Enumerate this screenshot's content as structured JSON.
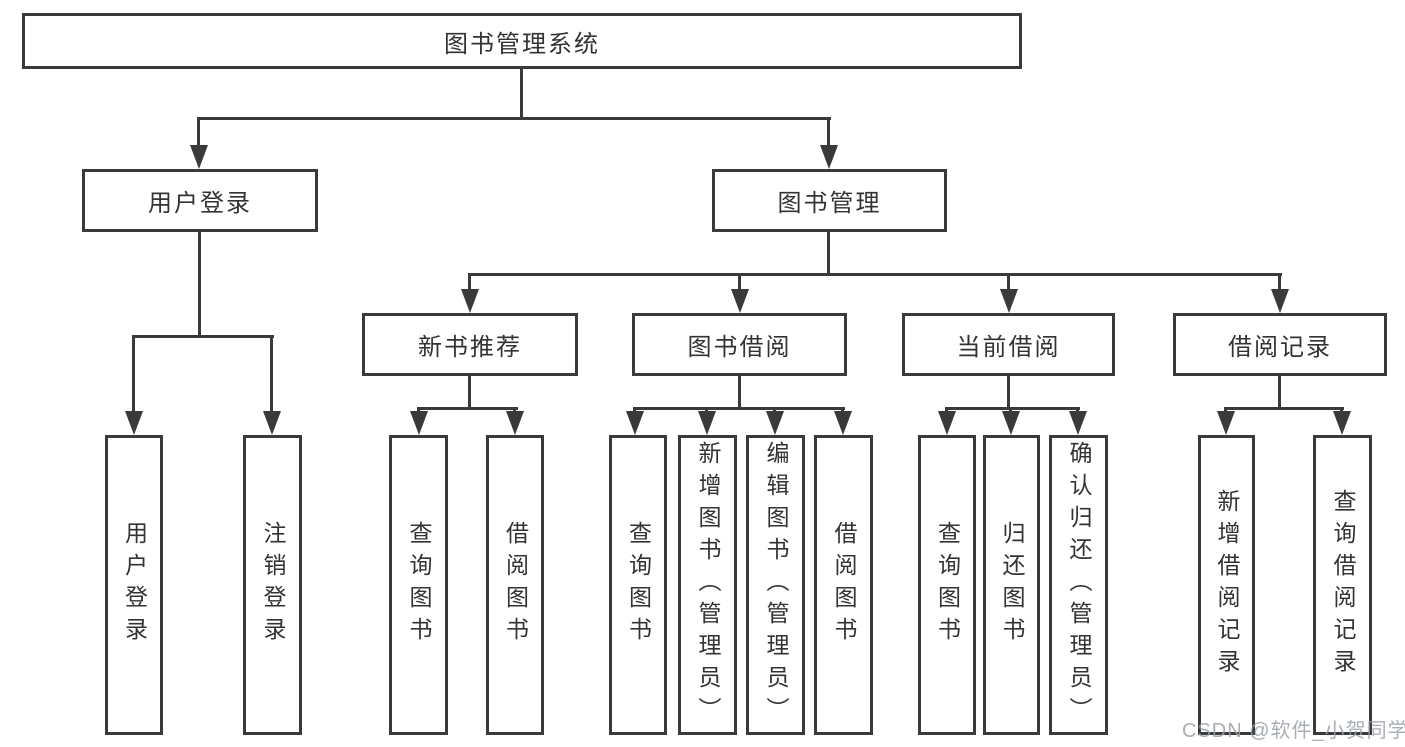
{
  "diagram_type": "tree",
  "nodes": {
    "root": "图书管理系统",
    "login": "用户登录",
    "management": "图书管理",
    "level3": {
      "recommend": "新书推荐",
      "borrowing": "图书借阅",
      "current": "当前借阅",
      "records": "借阅记录"
    },
    "login_children": [
      "用户登录",
      "注销登录"
    ],
    "recommend_children": [
      "查询图书",
      "借阅图书"
    ],
    "borrowing_children": [
      "查询图书",
      "新增图书（管理员）",
      "编辑图书（管理员）",
      "借阅图书"
    ],
    "current_children": [
      "查询图书",
      "归还图书",
      "确认归还（管理员）"
    ],
    "records_children": [
      "新增借阅记录",
      "查询借阅记录"
    ]
  },
  "colors": {
    "line": "#3a3a3a",
    "text": "#333333",
    "background": "#ffffff",
    "watermark": "#99a0a8"
  },
  "watermark": {
    "text": "CSDN @软件_小贺同学"
  }
}
